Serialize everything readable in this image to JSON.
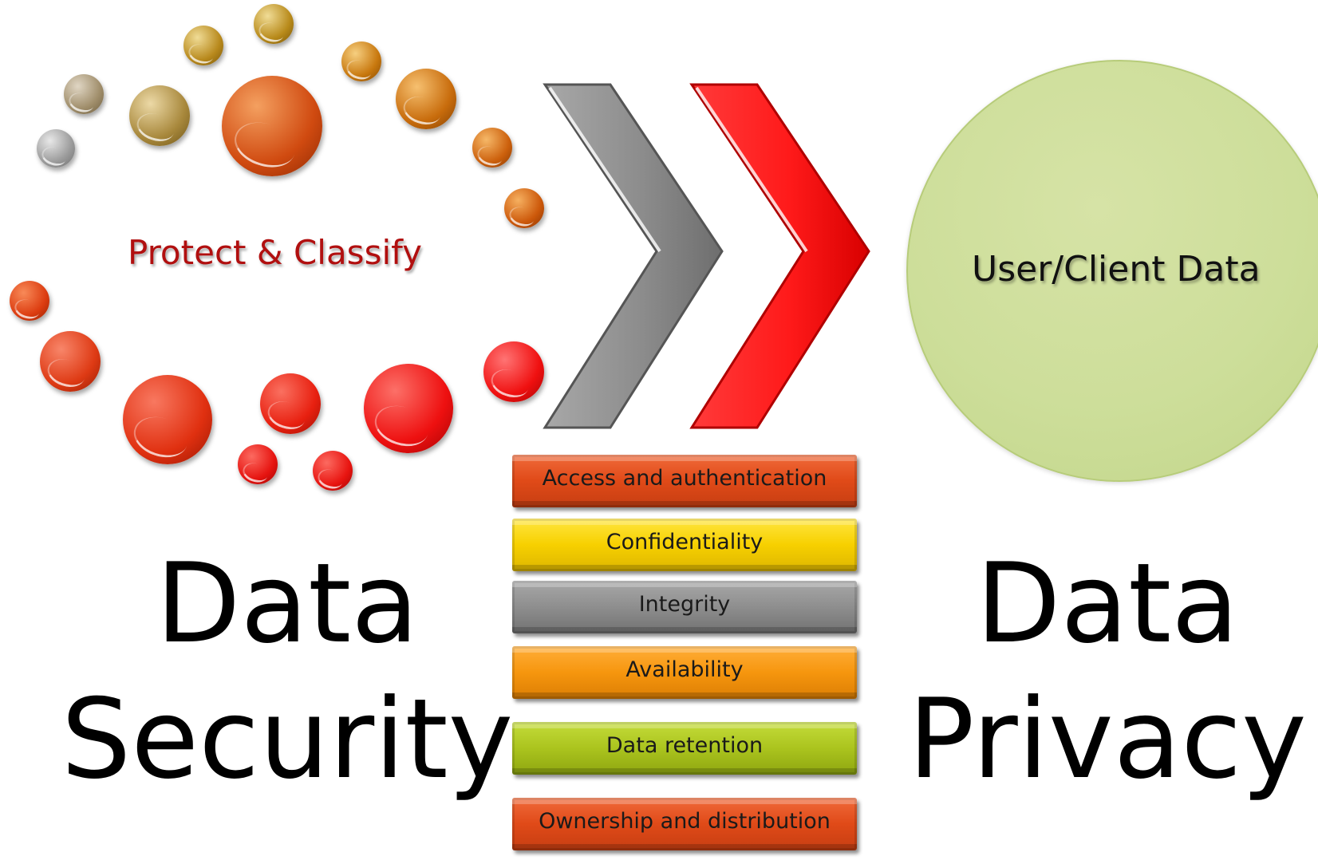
{
  "protect_label": "Protect & Classify",
  "client_label": "User/Client Data",
  "left_title": {
    "line1": "Data",
    "line2": "Security"
  },
  "right_title": {
    "line1": "Data",
    "line2": "Privacy"
  },
  "bars": [
    {
      "label": "Access and authentication",
      "color": "#e8501f"
    },
    {
      "label": "Confidentiality",
      "color": "#f5d000"
    },
    {
      "label": "Integrity",
      "color": "#8a8a8a"
    },
    {
      "label": "Availability",
      "color": "#f5960f"
    },
    {
      "label": "Data retention",
      "color": "#a8c21e"
    },
    {
      "label": "Ownership and distribution",
      "color": "#e8501f"
    }
  ],
  "colors": {
    "protect_text": "#b10f0f",
    "gray_chevron": "#8c8c8c",
    "red_chevron": "#ff1a1a",
    "client_circle": "#cfdf9c"
  }
}
